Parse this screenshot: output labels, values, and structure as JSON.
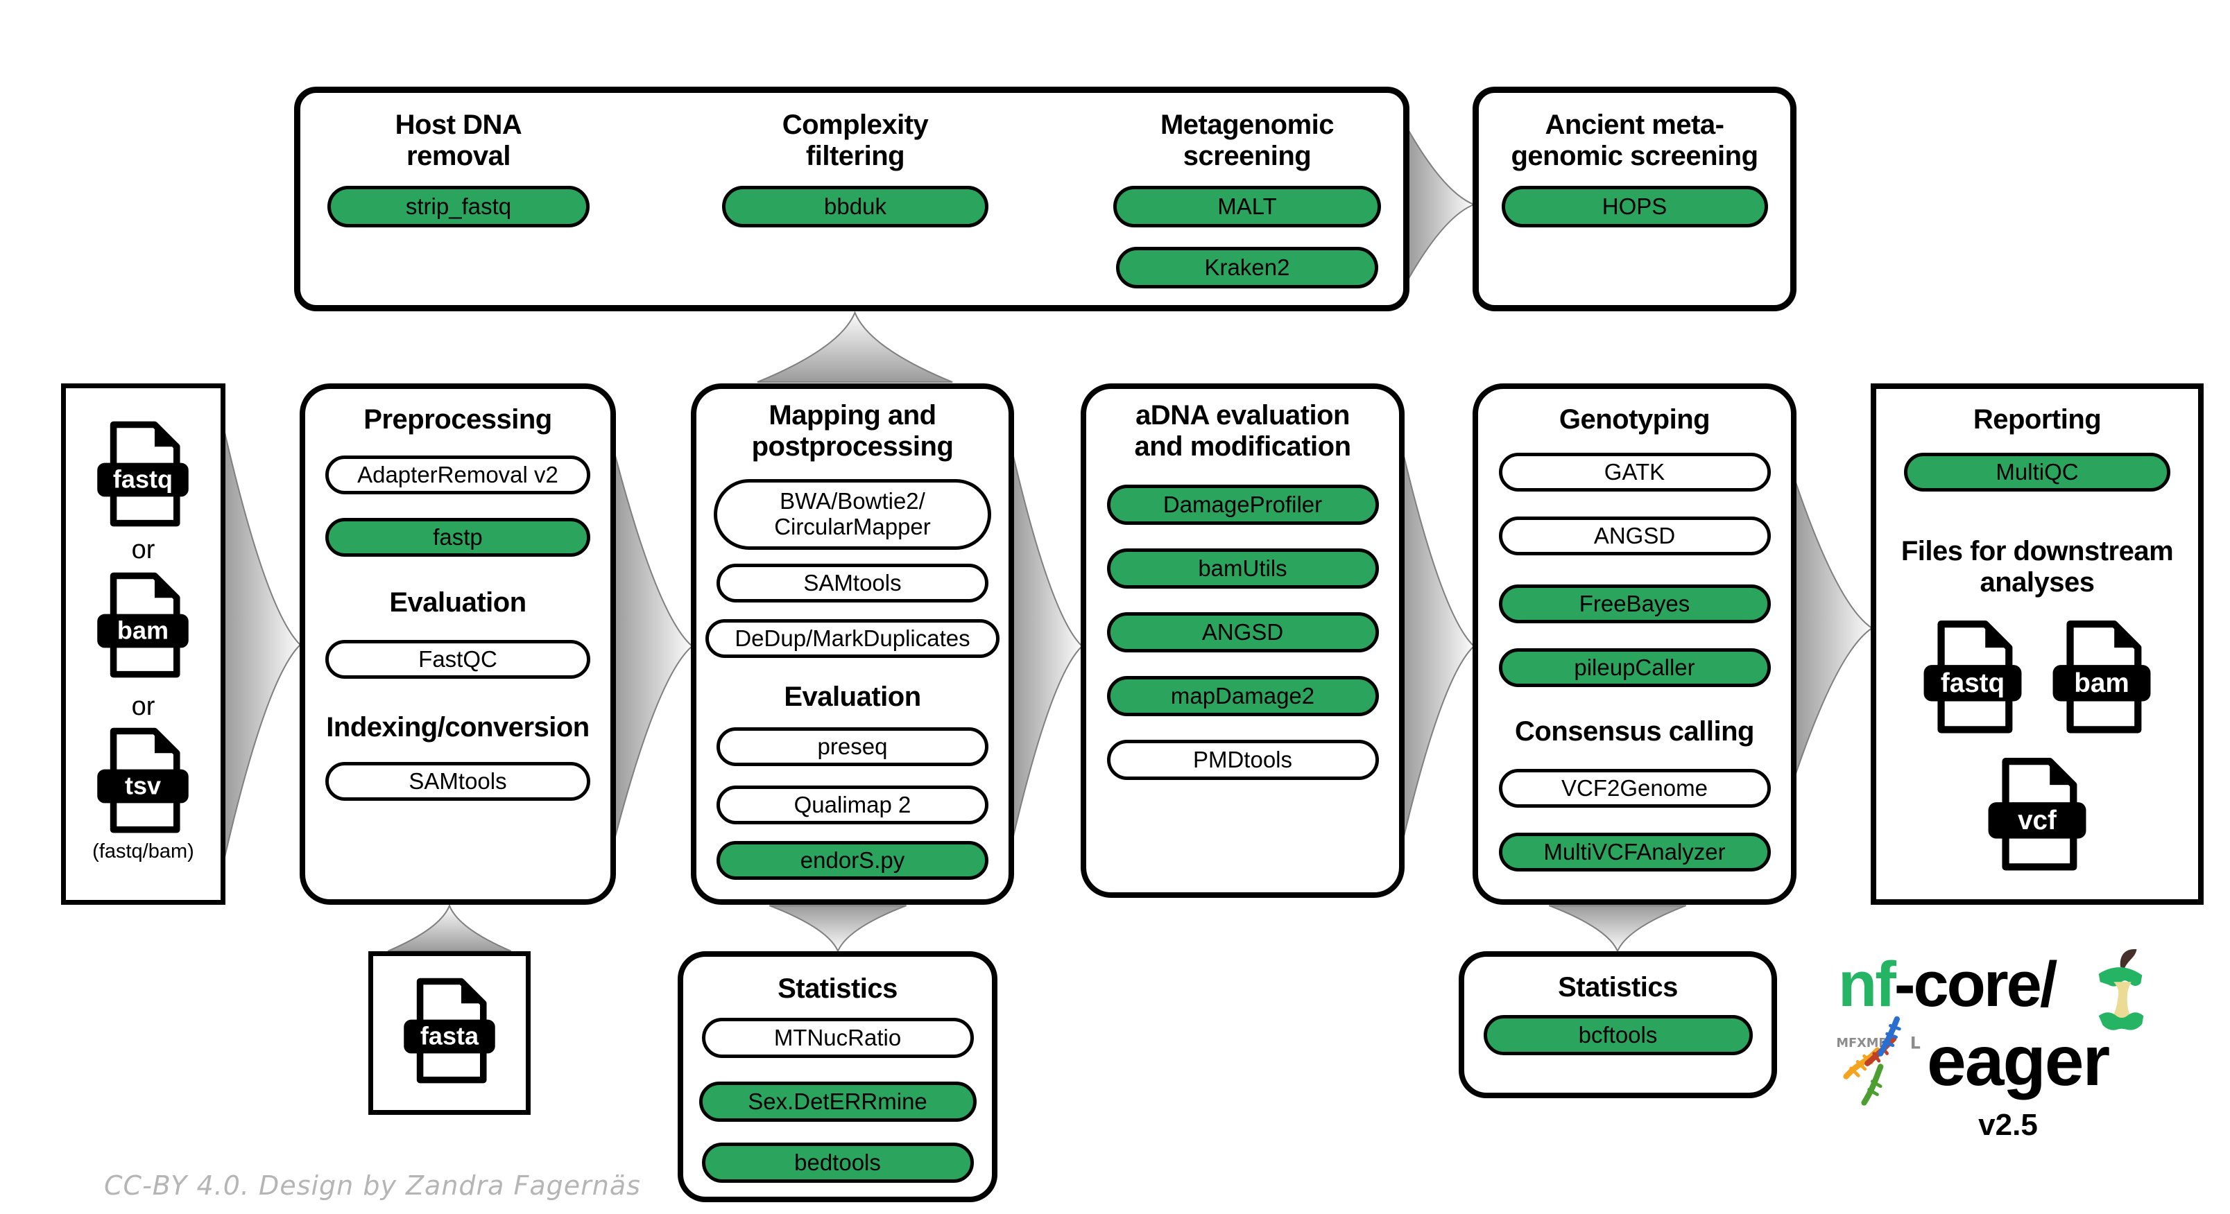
{
  "page": {
    "credit": "CC-BY 4.0. Design by Zandra Fagernäs"
  },
  "colors": {
    "tool_green": "#2BA55E",
    "logo_green": "#25B464",
    "ink_black": "#000000",
    "arrow_base_gray": "#9B9B9B",
    "arrow_tip_gray": "#FCFCFC",
    "credit_gray": "#B5B5B5",
    "apple_cream": "#EBDB94",
    "stem_brown": "#46302A"
  },
  "icons": {
    "names": [
      "file-label-icon",
      "apple-core-icon",
      "dna-helix-icon",
      "flow-arrow"
    ]
  },
  "screening": {
    "sections": [
      {
        "title": "Host DNA\nremoval",
        "tools": [
          {
            "label": "strip_fastq",
            "variant": "green"
          }
        ]
      },
      {
        "title": "Complexity\nfiltering",
        "tools": [
          {
            "label": "bbduk",
            "variant": "green"
          }
        ]
      },
      {
        "title": "Metagenomic\nscreening",
        "tools": [
          {
            "label": "MALT",
            "variant": "green"
          },
          {
            "label": "Kraken2",
            "variant": "green"
          }
        ]
      }
    ]
  },
  "ancient": {
    "title": "Ancient meta-\ngenomic screening",
    "tools": [
      {
        "label": "HOPS",
        "variant": "green"
      }
    ]
  },
  "input": {
    "file1": "fastq",
    "or1": "or",
    "file2": "bam",
    "or2": "or",
    "file3": "tsv",
    "note": "(fastq/bam)"
  },
  "preprocessing": {
    "title": "Preprocessing",
    "subtitles": [
      "Evaluation",
      "Indexing/conversion"
    ],
    "tools": [
      {
        "label": "AdapterRemoval v2",
        "variant": "white"
      },
      {
        "label": "fastp",
        "variant": "green"
      },
      {
        "label": "FastQC",
        "variant": "white"
      },
      {
        "label": "SAMtools",
        "variant": "white"
      }
    ]
  },
  "mapping": {
    "title": "Mapping and\npostprocessing",
    "subtitles": [
      "Evaluation"
    ],
    "tools": [
      {
        "label": "BWA/Bowtie2/\nCircularMapper",
        "variant": "white"
      },
      {
        "label": "SAMtools",
        "variant": "white"
      },
      {
        "label": "DeDup/MarkDuplicates",
        "variant": "white"
      },
      {
        "label": "preseq",
        "variant": "white"
      },
      {
        "label": "Qualimap 2",
        "variant": "white"
      },
      {
        "label": "endorS.py",
        "variant": "green"
      }
    ]
  },
  "adna": {
    "title": "aDNA evaluation\nand modification",
    "tools": [
      {
        "label": "DamageProfiler",
        "variant": "green"
      },
      {
        "label": "bamUtils",
        "variant": "green"
      },
      {
        "label": "ANGSD",
        "variant": "green"
      },
      {
        "label": "mapDamage2",
        "variant": "green"
      },
      {
        "label": "PMDtools",
        "variant": "white"
      }
    ]
  },
  "genotyping": {
    "title": "Genotyping",
    "subtitles": [
      "Consensus calling"
    ],
    "tools": [
      {
        "label": "GATK",
        "variant": "white"
      },
      {
        "label": "ANGSD",
        "variant": "white"
      },
      {
        "label": "FreeBayes",
        "variant": "green"
      },
      {
        "label": "pileupCaller",
        "variant": "green"
      },
      {
        "label": "VCF2Genome",
        "variant": "white"
      },
      {
        "label": "MultiVCFAnalyzer",
        "variant": "green"
      }
    ]
  },
  "reporting": {
    "title": "Reporting",
    "subtitle": "Files for downstream\nanalyses",
    "tools": [
      {
        "label": "MultiQC",
        "variant": "green"
      }
    ],
    "files": [
      "fastq",
      "bam",
      "vcf"
    ]
  },
  "stats_mapping": {
    "title": "Statistics",
    "tools": [
      {
        "label": "MTNucRatio",
        "variant": "white"
      },
      {
        "label": "Sex.DetERRmine",
        "variant": "green"
      },
      {
        "label": "bedtools",
        "variant": "green"
      }
    ]
  },
  "stats_genotyping": {
    "title": "Statistics",
    "tools": [
      {
        "label": "bcftools",
        "variant": "green"
      }
    ]
  },
  "fasta": {
    "file": "fasta"
  },
  "logo": {
    "nf": "nf",
    "dash": "-",
    "core": "core/",
    "eager": "eager",
    "version": "v2.5",
    "runes_left": "MFXMR",
    "runes_right": "L"
  }
}
